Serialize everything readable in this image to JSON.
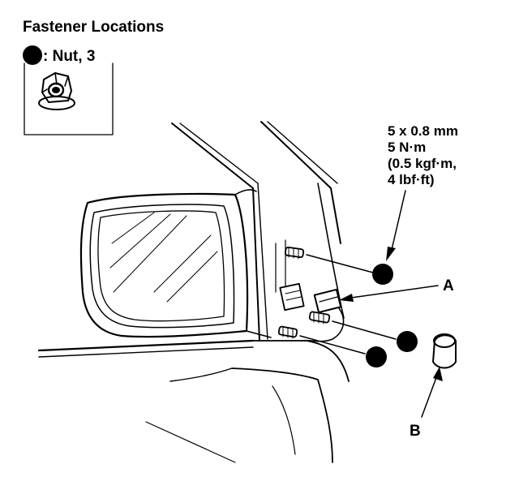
{
  "header": {
    "title": "Fastener Locations",
    "legend_label": ": Nut, 3"
  },
  "spec": {
    "line1": "5 x 0.8 mm",
    "line2": "5 N·m",
    "line3": "(0.5 kgf·m,",
    "line4": "4 lbf·ft)"
  },
  "callouts": {
    "a": "A",
    "b": "B"
  },
  "colors": {
    "ink": "#000000",
    "paper": "#ffffff"
  },
  "icons": {
    "legend_marker": "filled-circle",
    "fastener": "flange-nut"
  }
}
